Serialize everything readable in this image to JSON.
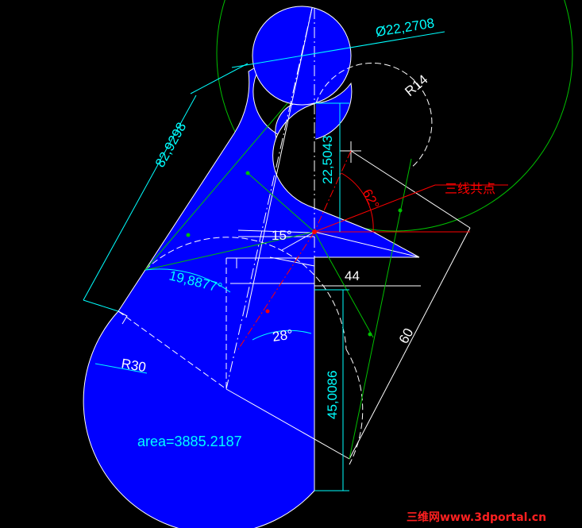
{
  "colors": {
    "background": "#000000",
    "fill": "#0000FF",
    "outline": "#FFFFFF",
    "dimension": "#00FFFF",
    "construction": "#00C000",
    "annotation": "#FF0000",
    "watermark": "#FF2020"
  },
  "dimensions": {
    "diameter": "Ø22,2708",
    "radius_small": "R14",
    "length_long": "82,9298",
    "height_upper": "22,5043",
    "angle_62": "62°",
    "angle_15": "15°",
    "width_44": "44",
    "length_19": "19,8877°",
    "angle_28": "28°",
    "radius_large": "R30",
    "height_lower": "45,0086",
    "length_60": "60"
  },
  "annotation": {
    "three_line_point": "三线共点"
  },
  "area_label": "area=3885.2187",
  "watermark": "三维网www.3dportal.cn"
}
